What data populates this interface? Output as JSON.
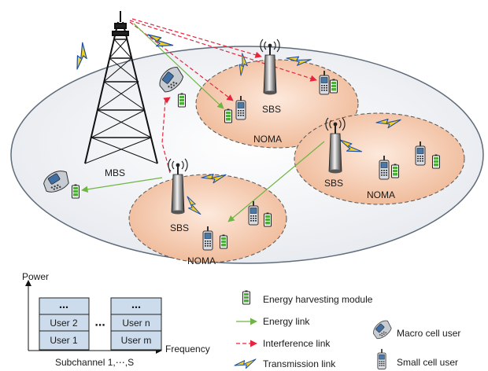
{
  "network": {
    "mbs_label": "MBS",
    "sbs_label": "SBS",
    "noma_label": "NOMA"
  },
  "power_chart": {
    "y_axis_label": "Power",
    "x_axis_label": "Frequency",
    "subchannel_label": "Subchannel 1,⋯,S",
    "channel_a": {
      "top": "⋯",
      "middle": "User 2",
      "bottom": "User 1"
    },
    "channel_b": {
      "top": "⋯",
      "middle": "User n",
      "bottom": "User m"
    },
    "between_dots": "⋯"
  },
  "legend": {
    "energy_harvesting": "Energy harvesting module",
    "energy_link": "Energy link",
    "interference_link": "Interference link",
    "transmission_link": "Transmission link",
    "macro_cell_user": "Macro cell user",
    "small_cell_user": "Small cell user"
  },
  "colors": {
    "macro_cell_border": "#5f6b7a",
    "small_cell_fill": "#f4c9ae",
    "energy_link": "#6fb545",
    "interference_link": "#e8243c",
    "transmission_link": "#f2cf1f",
    "battery": "#4caf3a"
  }
}
